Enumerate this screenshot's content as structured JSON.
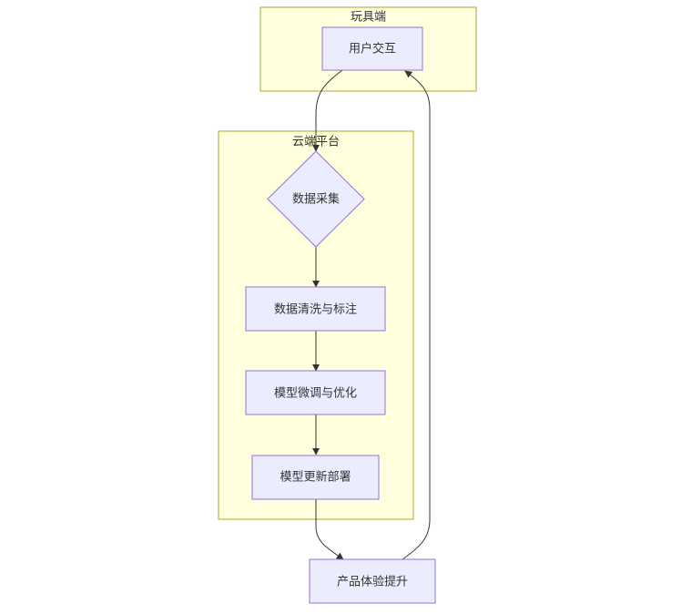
{
  "diagram": {
    "type": "flowchart",
    "clusters": [
      {
        "id": "toy",
        "label": "玩具端"
      },
      {
        "id": "cloud",
        "label": "云端平台"
      }
    ],
    "nodes": [
      {
        "id": "interaction",
        "label": "用户交互",
        "shape": "rect",
        "cluster": "toy"
      },
      {
        "id": "collect",
        "label": "数据采集",
        "shape": "diamond",
        "cluster": "cloud"
      },
      {
        "id": "clean",
        "label": "数据清洗与标注",
        "shape": "rect",
        "cluster": "cloud"
      },
      {
        "id": "tune",
        "label": "模型微调与优化",
        "shape": "rect",
        "cluster": "cloud"
      },
      {
        "id": "deploy",
        "label": "模型更新部署",
        "shape": "rect",
        "cluster": "cloud"
      },
      {
        "id": "improve",
        "label": "产品体验提升",
        "shape": "rect",
        "cluster": null
      }
    ],
    "edges": [
      {
        "from": "interaction",
        "to": "collect"
      },
      {
        "from": "collect",
        "to": "clean"
      },
      {
        "from": "clean",
        "to": "tune"
      },
      {
        "from": "tune",
        "to": "deploy"
      },
      {
        "from": "deploy",
        "to": "improve"
      },
      {
        "from": "improve",
        "to": "interaction"
      }
    ],
    "colors": {
      "cluster_fill": "#ffffde",
      "cluster_stroke": "#aaaa33",
      "node_fill": "#ececff",
      "node_stroke": "#9370db",
      "edge": "#333333",
      "text": "#333333"
    }
  }
}
